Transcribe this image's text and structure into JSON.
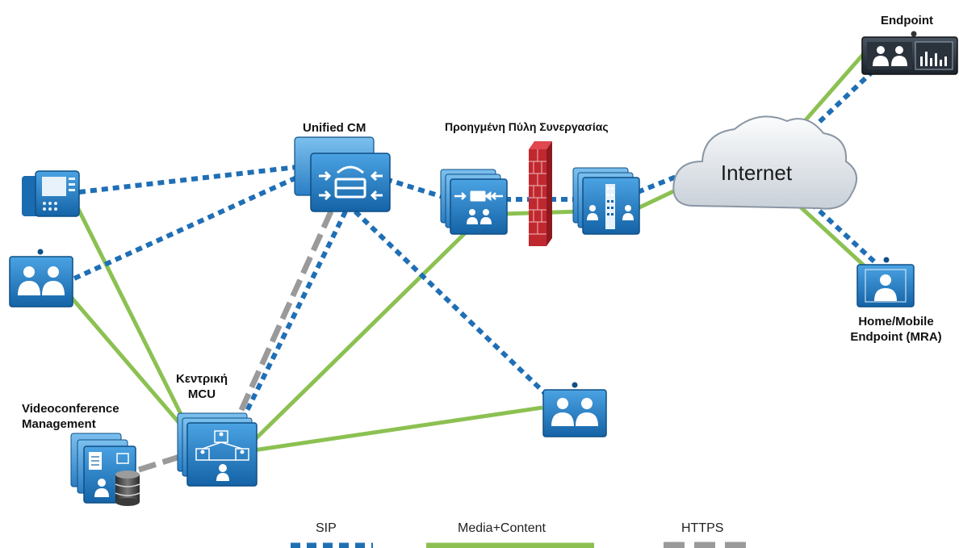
{
  "labels": {
    "endpoint": "Endpoint",
    "unified_cm": "Unified CM",
    "gateway": "Προηγμένη Πύλη Συνεργασίας",
    "internet": "Internet",
    "home_mobile_line1": "Home/Mobile",
    "home_mobile_line2": "Endpoint (MRA)",
    "mcu_line1": "Κεντρική",
    "mcu_line2": "MCU",
    "vcm_line1": "Videoconference",
    "vcm_line2": "Management"
  },
  "legend": {
    "sip": "SIP",
    "media": "Media+Content",
    "https": "HTTPS"
  },
  "colors": {
    "sip": "#1f6fb5",
    "media": "#8cc152",
    "https": "#9a9a9a",
    "device_light": "#3d95d8",
    "device_dark": "#1565a8",
    "firewall": "#c0282f"
  }
}
